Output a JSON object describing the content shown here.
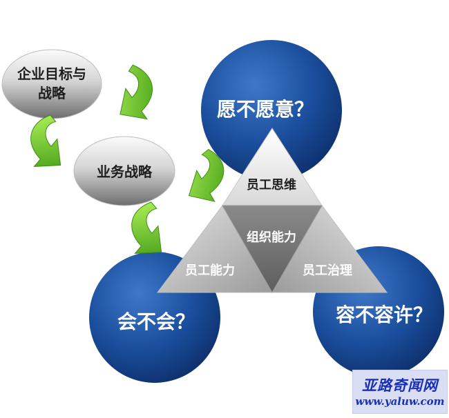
{
  "bubbles": {
    "enterprise_goal": [
      "企业目标与",
      "战略"
    ],
    "business_strategy": "业务战略",
    "willing": "愿不愿意？",
    "able": "会不会？",
    "allowed": "容不容许？"
  },
  "triangle": {
    "top": "员工思维",
    "center": "组织能力",
    "left": "员工能力",
    "right": "员工治理"
  },
  "watermark": {
    "title": "亚路奇闻网",
    "url": "www.yaluw.com"
  },
  "colors": {
    "blue_circle": "#1a4e9a",
    "gray_bubble": "#8a8a8a",
    "green_arrow": "#6cc62c"
  }
}
